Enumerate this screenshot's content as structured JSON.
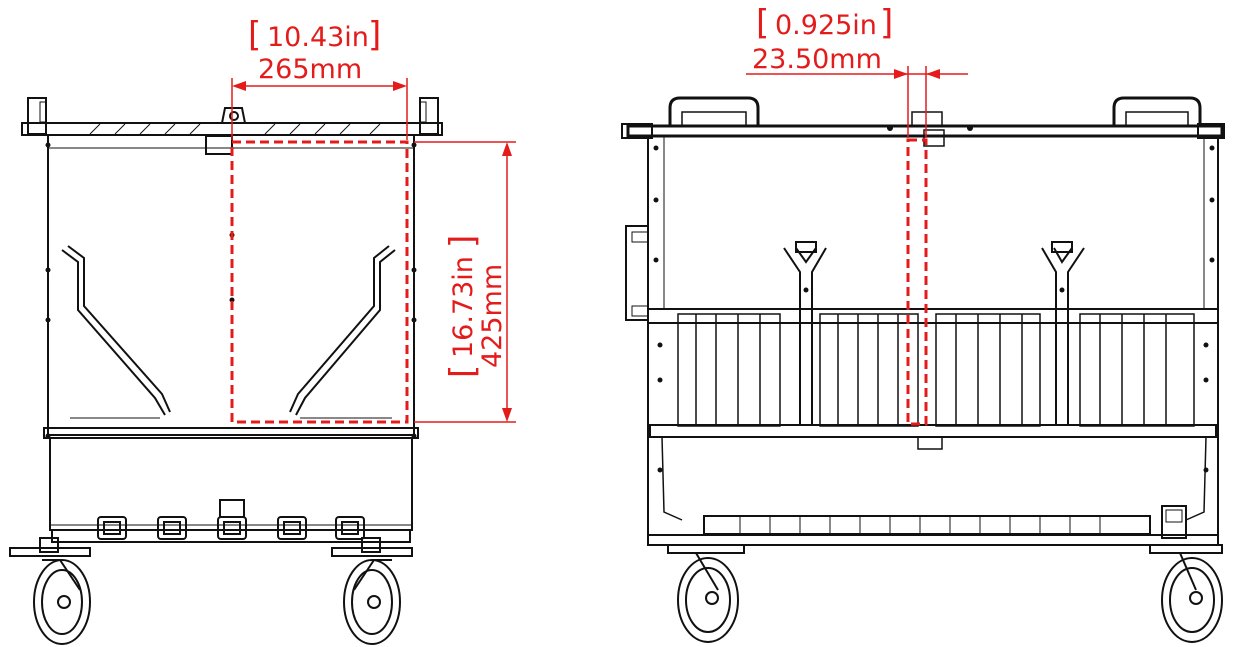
{
  "colors": {
    "line": "#111111",
    "dimension": "#e31b1b",
    "background": "#ffffff"
  },
  "front_view": {
    "width_dimension": {
      "inches": "10.43in",
      "millimeters": "265mm",
      "bracket_open": "[",
      "bracket_close": "]"
    },
    "height_dimension": {
      "inches": "16.73in",
      "millimeters": "425mm",
      "bracket_open": "[",
      "bracket_close": "]"
    }
  },
  "side_view": {
    "gap_dimension": {
      "inches": "0.925in",
      "millimeters": "23.50mm",
      "bracket_open": "[",
      "bracket_close": "]"
    }
  }
}
